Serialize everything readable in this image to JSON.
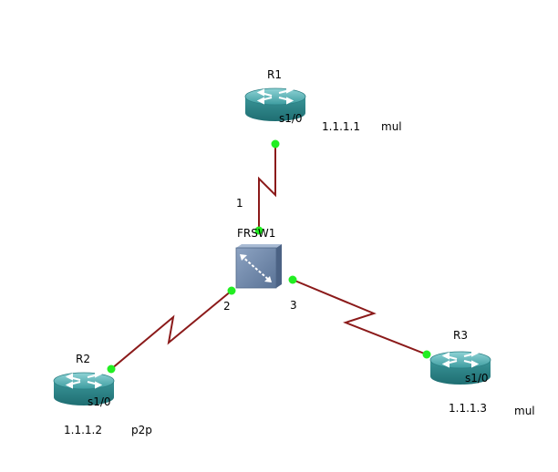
{
  "diagram": {
    "nodes": {
      "r1": {
        "name": "R1",
        "interface": "s1/0",
        "ip": "1.1.1.1",
        "mode": "mul"
      },
      "r2": {
        "name": "R2",
        "interface": "s1/0",
        "ip": "1.1.1.2",
        "mode": "p2p"
      },
      "r3": {
        "name": "R3",
        "interface": "s1/0",
        "ip": "1.1.1.3",
        "mode": "mul"
      },
      "frsw1": {
        "name": "FRSW1"
      }
    },
    "links": [
      {
        "from": "R1",
        "to": "FRSW1",
        "switch_port": "1"
      },
      {
        "from": "R2",
        "to": "FRSW1",
        "switch_port": "2"
      },
      {
        "from": "R3",
        "to": "FRSW1",
        "switch_port": "3"
      }
    ],
    "colors": {
      "link": "#8b1a1a",
      "link_up": "#22ee22",
      "router_body": "#2e8a8e",
      "router_top": "#5bb3b6",
      "switch_face": "#6f87a8"
    }
  }
}
